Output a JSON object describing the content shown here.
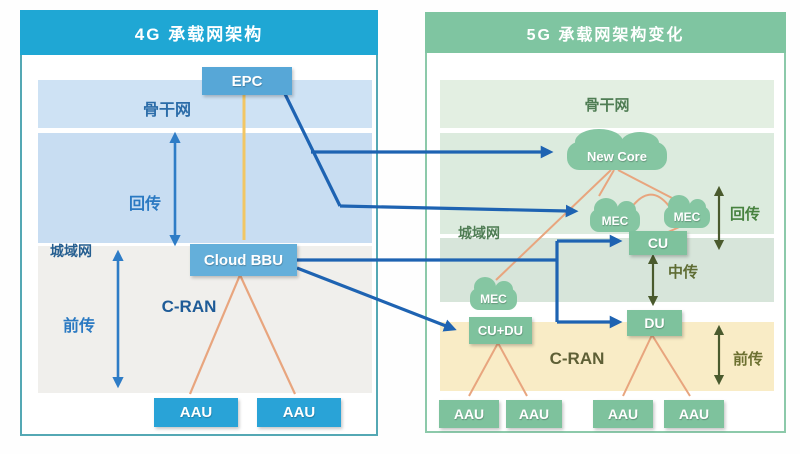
{
  "left_panel": {
    "title": "4G 承载网架构",
    "backbone_label": "骨干网",
    "backhaul_label": "回传",
    "metro_label": "城域网",
    "cran_label": "C-RAN",
    "fronthaul_label": "前传",
    "nodes": {
      "epc": "EPC",
      "cloud_bbu": "Cloud BBU",
      "aau_1": "AAU",
      "aau_2": "AAU"
    }
  },
  "right_panel": {
    "title": "5G 承载网架构变化",
    "backbone_label": "骨干网",
    "backhaul_label": "回传",
    "metro_label": "城域网",
    "midhaul_label": "中传",
    "cran_label": "C-RAN",
    "fronthaul_label": "前传",
    "nodes": {
      "new_core": "New Core",
      "mec_top_left": "MEC",
      "mec_top_right": "MEC",
      "mec_lower": "MEC",
      "cu": "CU",
      "du": "DU",
      "cu_du": "CU+DU",
      "aau_1": "AAU",
      "aau_2": "AAU",
      "aau_3": "AAU",
      "aau_4": "AAU"
    }
  },
  "colors": {
    "header_4g_blue": "#1fa7d4",
    "header_5g_green": "#7fc5a1",
    "band_light_blue": "#c8ddf2",
    "band_gray": "#f0efec",
    "band_light_green": "#dcebde",
    "band_yellow": "#f9ecc6",
    "node_blue": "#57a7d7",
    "aau_blue": "#29a3d7",
    "node_green": "#7ec29d",
    "arrow_blue": "#1e63b2",
    "connector_orange": "#e8a57e",
    "epc_line_yellow": "#f2c664",
    "label_blue": "#2a79c2",
    "label_dark_blue": "#1e5b97",
    "label_green": "#4f7d54",
    "label_olive": "#5e6135"
  }
}
